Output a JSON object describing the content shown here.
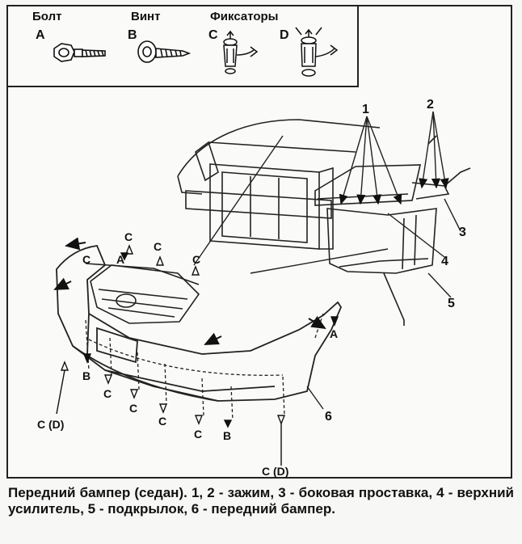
{
  "legend": {
    "headers": {
      "bolt": "Болт",
      "screw": "Винт",
      "clips": "Фиксаторы"
    },
    "items": [
      {
        "letter": "A",
        "kind": "bolt-icon"
      },
      {
        "letter": "B",
        "kind": "screw-icon"
      },
      {
        "letter": "C",
        "kind": "clip-c-icon"
      },
      {
        "letter": "D",
        "kind": "clip-d-icon"
      }
    ]
  },
  "callouts": {
    "n1": "1",
    "n2": "2",
    "n3": "3",
    "n4": "4",
    "n5": "5",
    "n6": "6"
  },
  "fastener_labels": {
    "a": "A",
    "b": "B",
    "c": "C",
    "c_or_d": "C (D)"
  },
  "caption": "Передний бампер (седан). 1, 2 - зажим, 3 - боковая проставка, 4 - верхний усилитель, 5 - подкрылок, 6 - передний бампер."
}
